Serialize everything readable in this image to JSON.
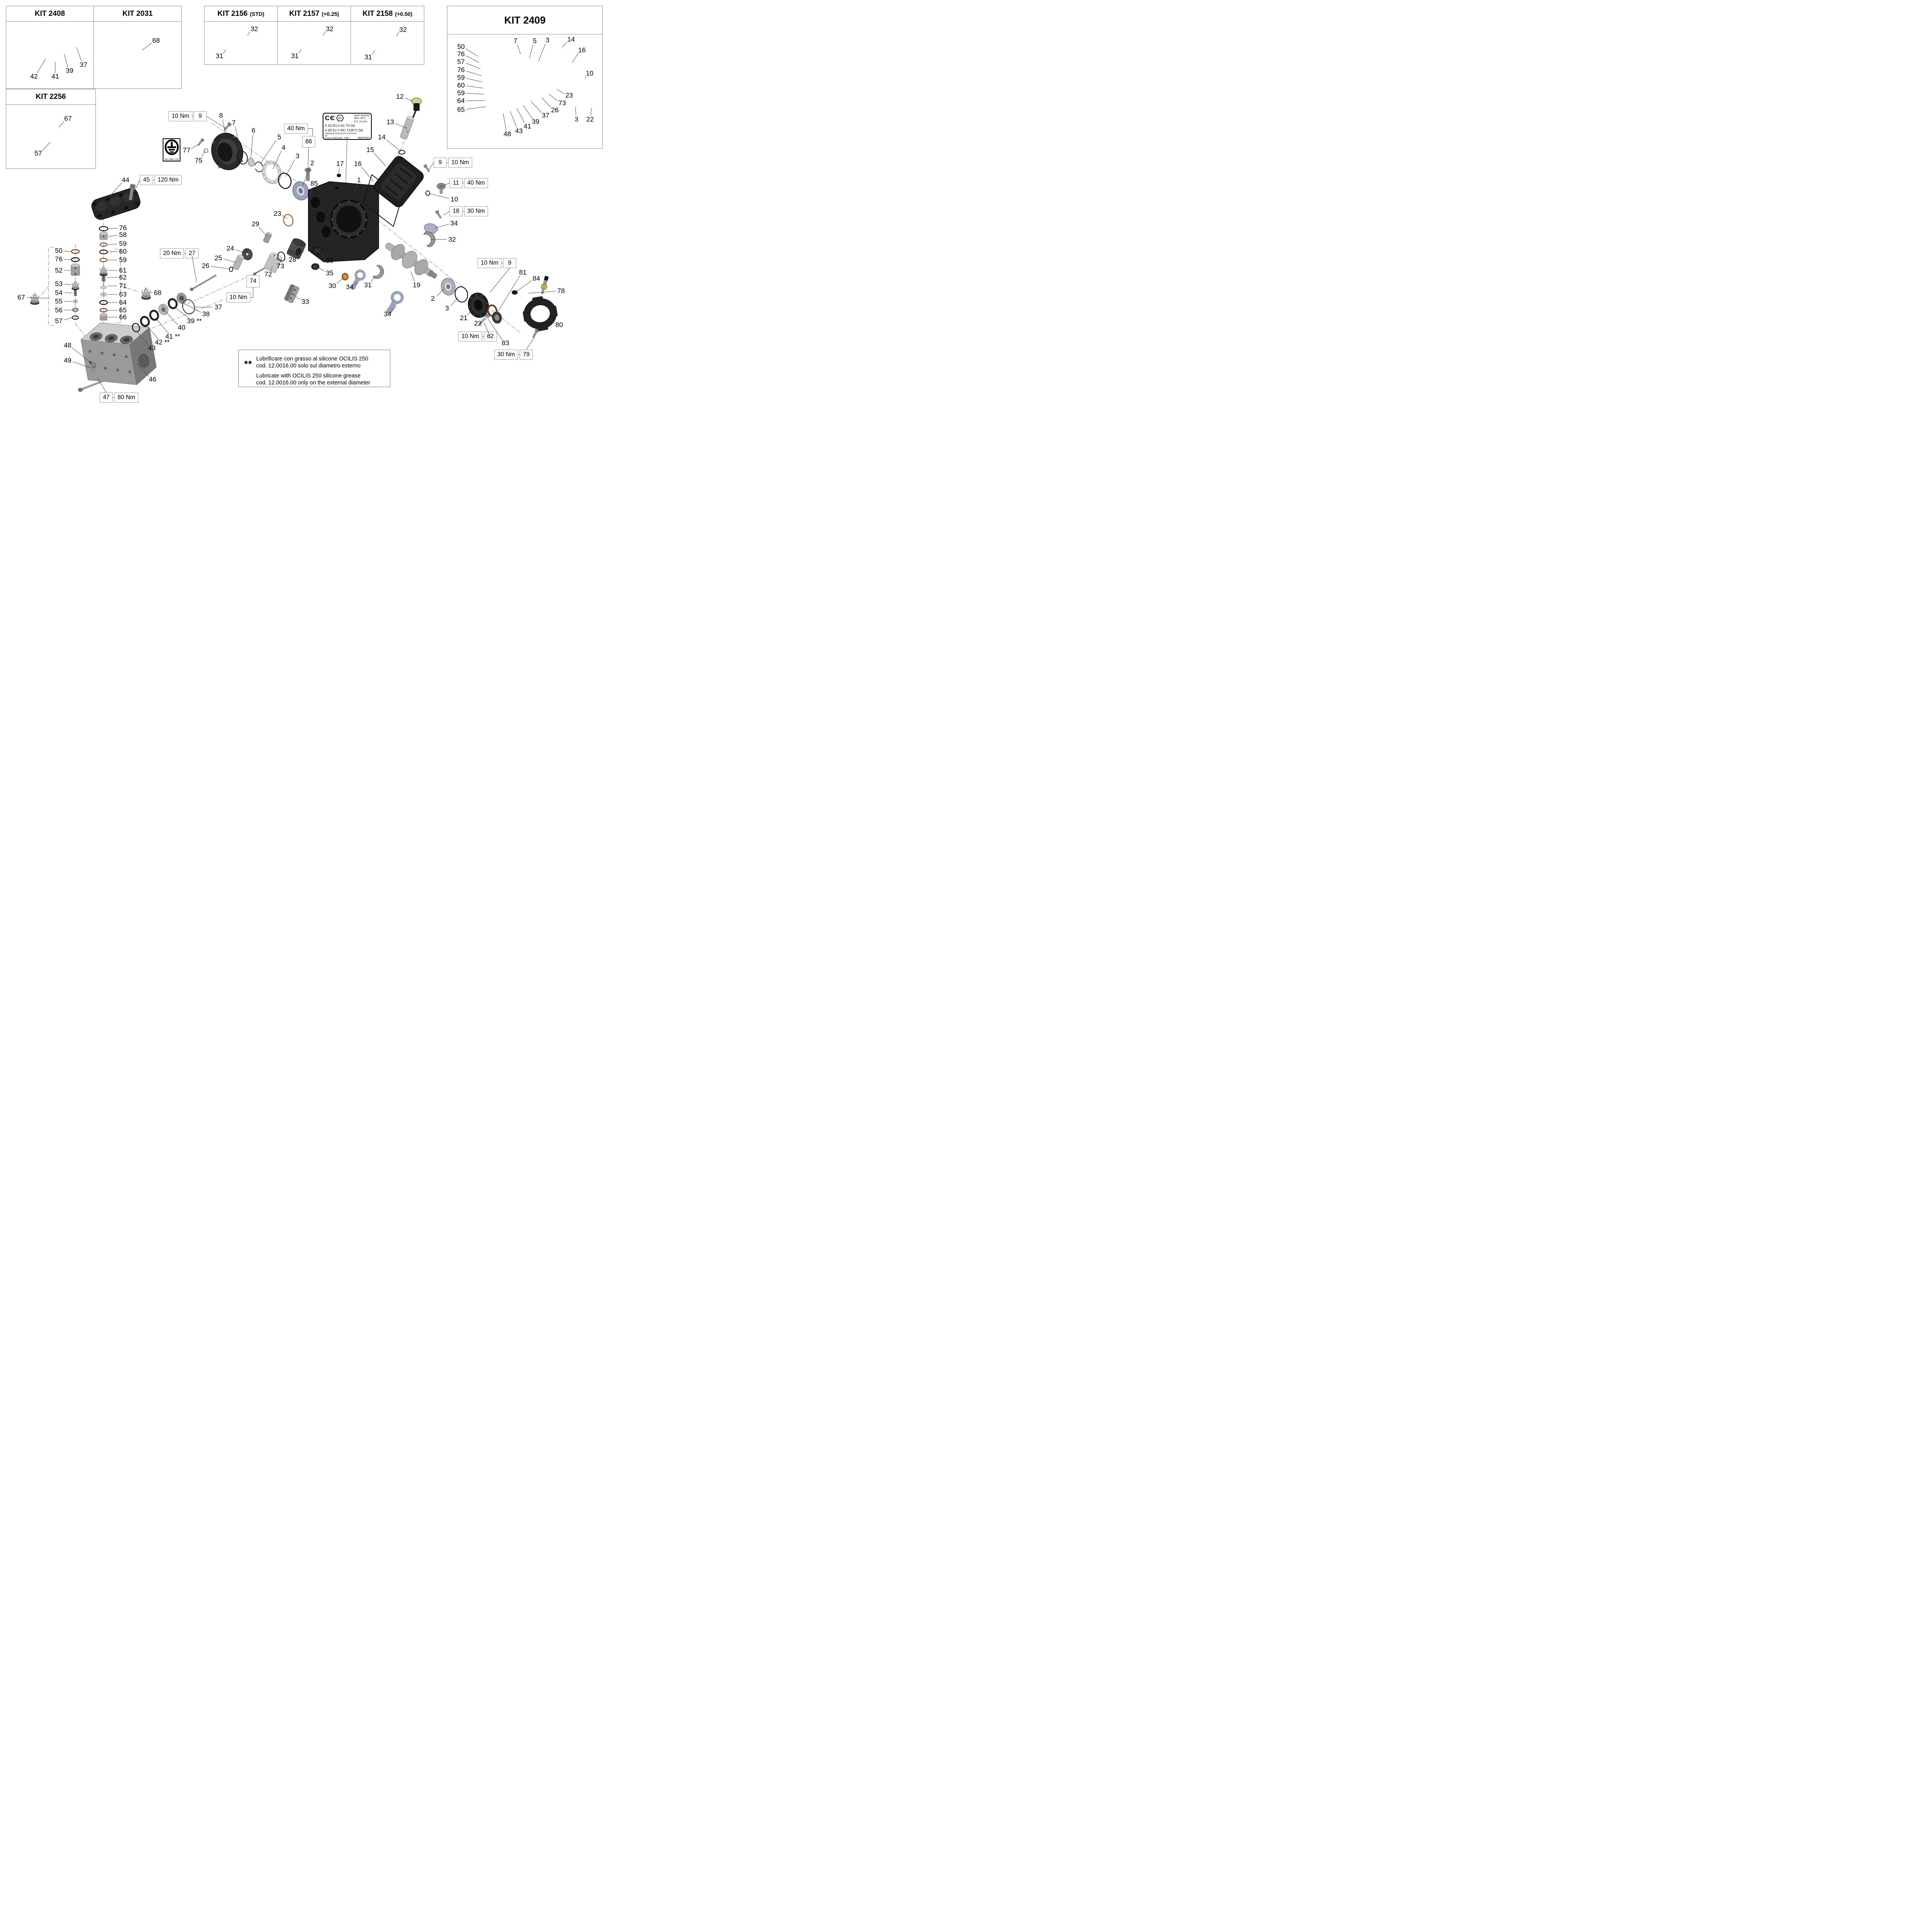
{
  "kits": {
    "kit2408": {
      "title": "KIT 2408"
    },
    "kit2031": {
      "title": "KIT 2031"
    },
    "kit2256": {
      "title": "KIT 2256"
    },
    "kit2156": {
      "title": "KIT 2156",
      "variant": "(STD)"
    },
    "kit2157": {
      "title": "KIT 2157",
      "variant": "(+0.25)"
    },
    "kit2158": {
      "title": "KIT 2158",
      "variant": "(+0.50)"
    },
    "kit2409": {
      "title": "KIT 2409"
    }
  },
  "ce_plate": {
    "ce_mark": "CЄ",
    "ex_mark": "Ex",
    "inlet_line1": "INLET WATER",
    "inlet_line2": "MAX. 40°C",
    "ft_line": "F/T: 70-ATX",
    "atex_line1": "II 2G Ex h IIC T4 Gb",
    "atex_line2": "II 2D Ex h IIIC T135°C Db",
    "address_line1": "Interpump Group S.p.A. Via Fermi, 25",
    "address_line2": "S.Ilario 42049 (RE) - ITALY",
    "code": "98287400"
  },
  "ground_plate": {
    "code": "98.2887.00"
  },
  "note": {
    "symbol": "**",
    "it_line1": "Lubrificare con grasso al silicone OCILIS 250",
    "it_line2": "cod. 12.0016.00 solo sul diametro esterno",
    "en_line1": "Lubricate with OCILIS 250 silicone grease",
    "en_line2": "cod. 12.0016.00 only on the external diameter"
  },
  "colors": {
    "copper": "#c87f55",
    "brown_oring": "#7a4326",
    "seal_black": "#1a1a1a",
    "metal_blue": "#9aa4ba",
    "dipstick_yellow": "#d9ce4a",
    "ground_code_blue": "#3b3b8f"
  },
  "callouts": [
    "42",
    "41",
    "39",
    "37",
    "68",
    "67",
    "57",
    "32",
    "31",
    "32",
    "31",
    "32",
    "31",
    "50",
    "76",
    "57",
    "76",
    "59",
    "60",
    "59",
    "64",
    "65",
    "7",
    "5",
    "3",
    "14",
    "16",
    "10",
    "23",
    "73",
    "26",
    "37",
    "39",
    "41",
    "43",
    "48",
    "3",
    "22",
    "8",
    "7",
    "6",
    "5",
    "4",
    "3",
    "2",
    "85",
    "77",
    "75",
    "17",
    "16",
    "1",
    "12",
    "13",
    "14",
    "15",
    "10",
    "34",
    "32",
    "44",
    "23",
    "29",
    "24",
    "25",
    "26",
    "72",
    "73",
    "28",
    "33",
    "36",
    "35",
    "30",
    "34",
    "31",
    "19",
    "2",
    "3",
    "21",
    "22",
    "37",
    "38",
    "39 **",
    "40",
    "41 **",
    "42 **",
    "43",
    "48",
    "49",
    "46",
    "81",
    "84",
    "78",
    "80",
    "83",
    "34",
    "76",
    "58",
    "59",
    "60",
    "59",
    "61",
    "62",
    "71",
    "63",
    "64",
    "65",
    "66",
    "50",
    "76",
    "52",
    "53",
    "54",
    "55",
    "56",
    "57",
    "67",
    "68"
  ],
  "torque_boxes": [
    "10 Nm",
    "9",
    "40 Nm",
    "86",
    "9",
    "10 Nm",
    "11",
    "40 Nm",
    "18",
    "30 Nm",
    "45",
    "120 Nm",
    "20 Nm",
    "27",
    "74",
    "10 Nm",
    "10 Nm",
    "9",
    "10 Nm",
    "82",
    "30 Nm",
    "79",
    "47",
    "80 Nm"
  ]
}
